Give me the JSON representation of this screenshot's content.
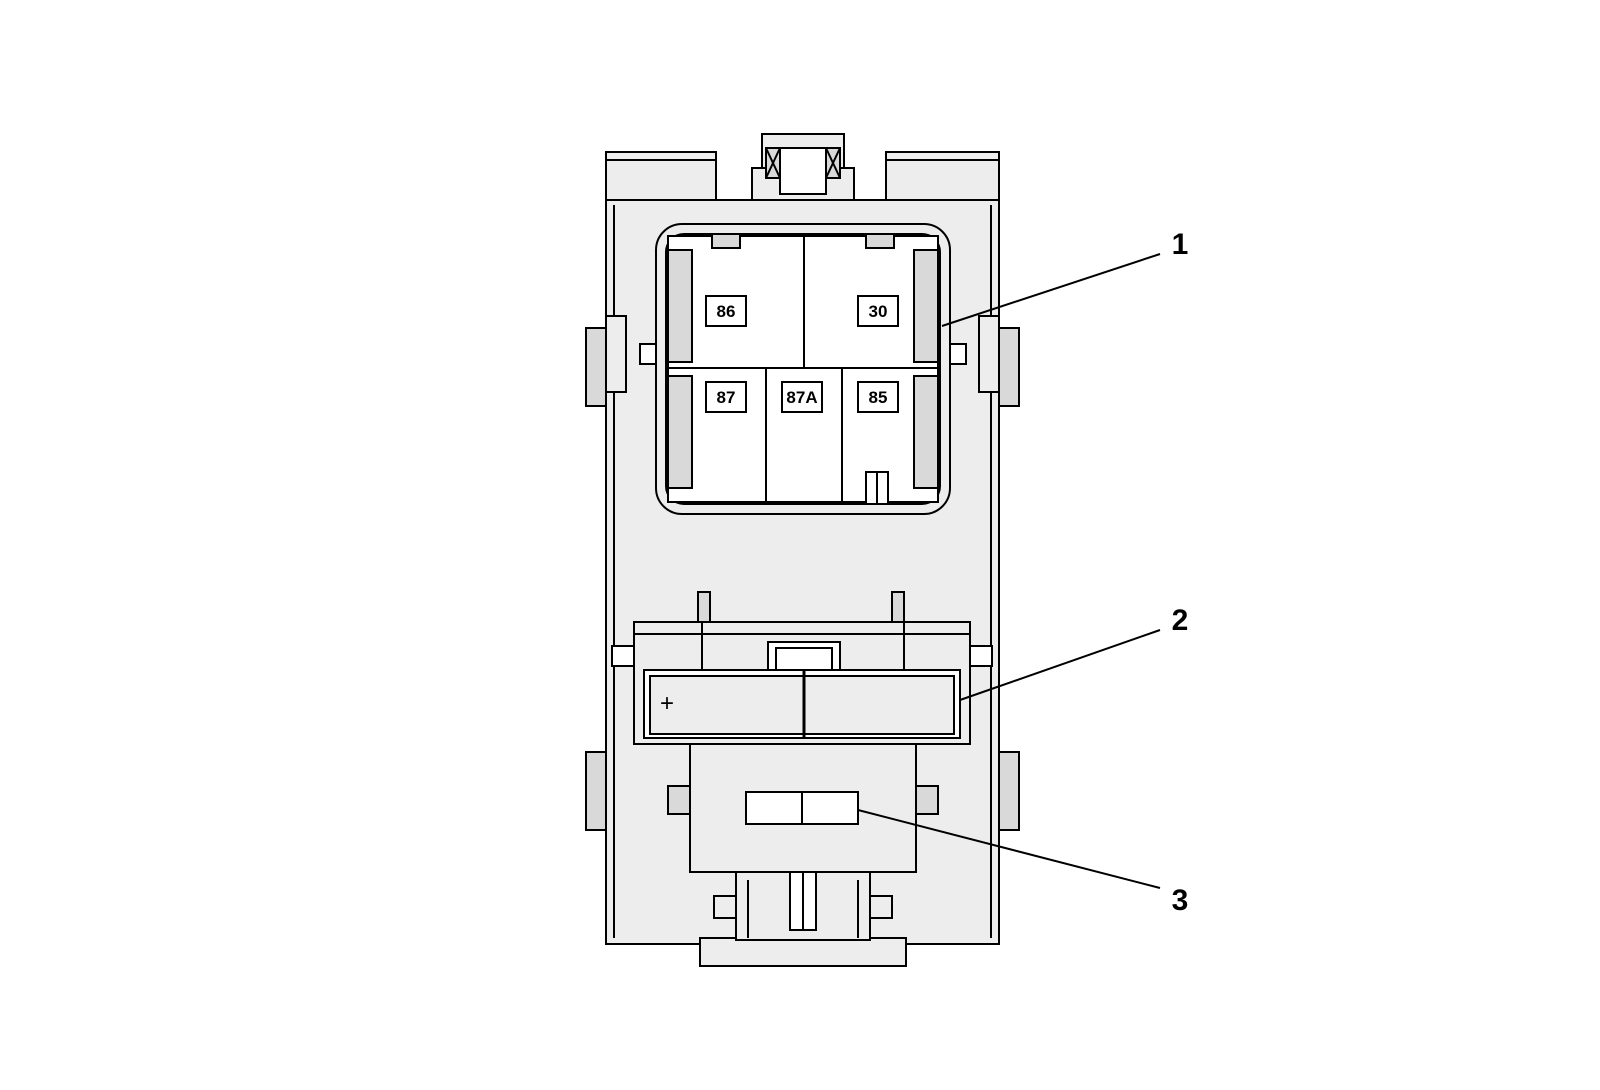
{
  "relay_terminals": {
    "t86": "86",
    "t30": "30",
    "t87": "87",
    "t87a": "87A",
    "t85": "85"
  },
  "fuse_marking": "+",
  "callouts": {
    "c1": "1",
    "c2": "2",
    "c3": "3"
  },
  "colors": {
    "line": "#000000",
    "body_fill": "#ededed",
    "background": "#ffffff"
  }
}
